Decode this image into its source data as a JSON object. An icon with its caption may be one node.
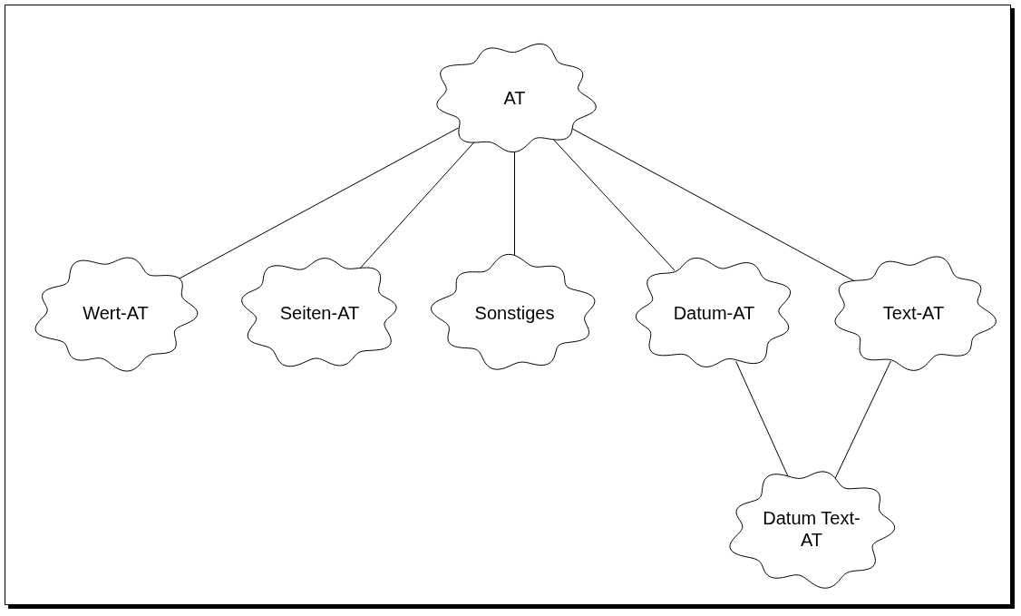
{
  "diagram": {
    "nodes": [
      {
        "text": [
          "AT"
        ]
      },
      {
        "text": [
          "Wert-AT"
        ]
      },
      {
        "text": [
          "Seiten-AT"
        ]
      },
      {
        "text": [
          "Sonstiges"
        ]
      },
      {
        "text": [
          "Datum-AT"
        ]
      },
      {
        "text": [
          "Text-AT"
        ]
      },
      {
        "text": [
          "Datum Text-AT"
        ]
      }
    ],
    "edges": [
      {
        "from": 0,
        "to": 1,
        "arrow": "none"
      },
      {
        "from": 0,
        "to": 2,
        "arrow": "none"
      },
      {
        "from": 0,
        "to": 3,
        "arrow": "none"
      },
      {
        "from": 0,
        "to": 4,
        "arrow": "none"
      },
      {
        "from": 0,
        "to": 5,
        "arrow": "none"
      },
      {
        "from": 4,
        "to": 6,
        "arrow": "none"
      },
      {
        "from": 5,
        "to": 6,
        "arrow": "none"
      }
    ]
  }
}
